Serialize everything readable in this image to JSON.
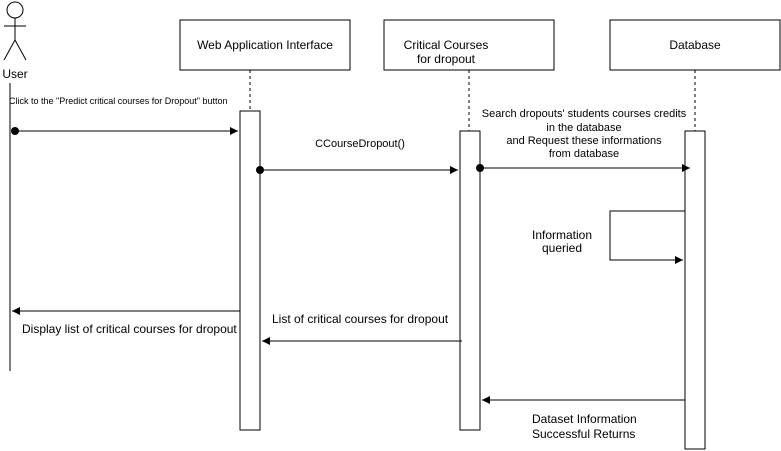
{
  "actor": {
    "label": "User"
  },
  "participants": [
    {
      "id": "web",
      "lines": [
        "Web Application Interface"
      ]
    },
    {
      "id": "critical",
      "lines": [
        "Critical Courses",
        "for dropout"
      ]
    },
    {
      "id": "db",
      "lines": [
        "Database"
      ]
    }
  ],
  "messages": {
    "user_click": "Click to the \"Predict critical courses for Dropout\" button",
    "call": "CCourseDropout()",
    "search": [
      "Search dropouts' students courses credits",
      "in the database",
      "and Request these informations",
      "from database"
    ],
    "self_query": [
      "Information",
      "queried"
    ],
    "dataset_return": [
      "Dataset Information",
      "Successful Returns"
    ],
    "list_return": "List of critical courses for dropout",
    "display": "Display list of critical courses for dropout"
  }
}
